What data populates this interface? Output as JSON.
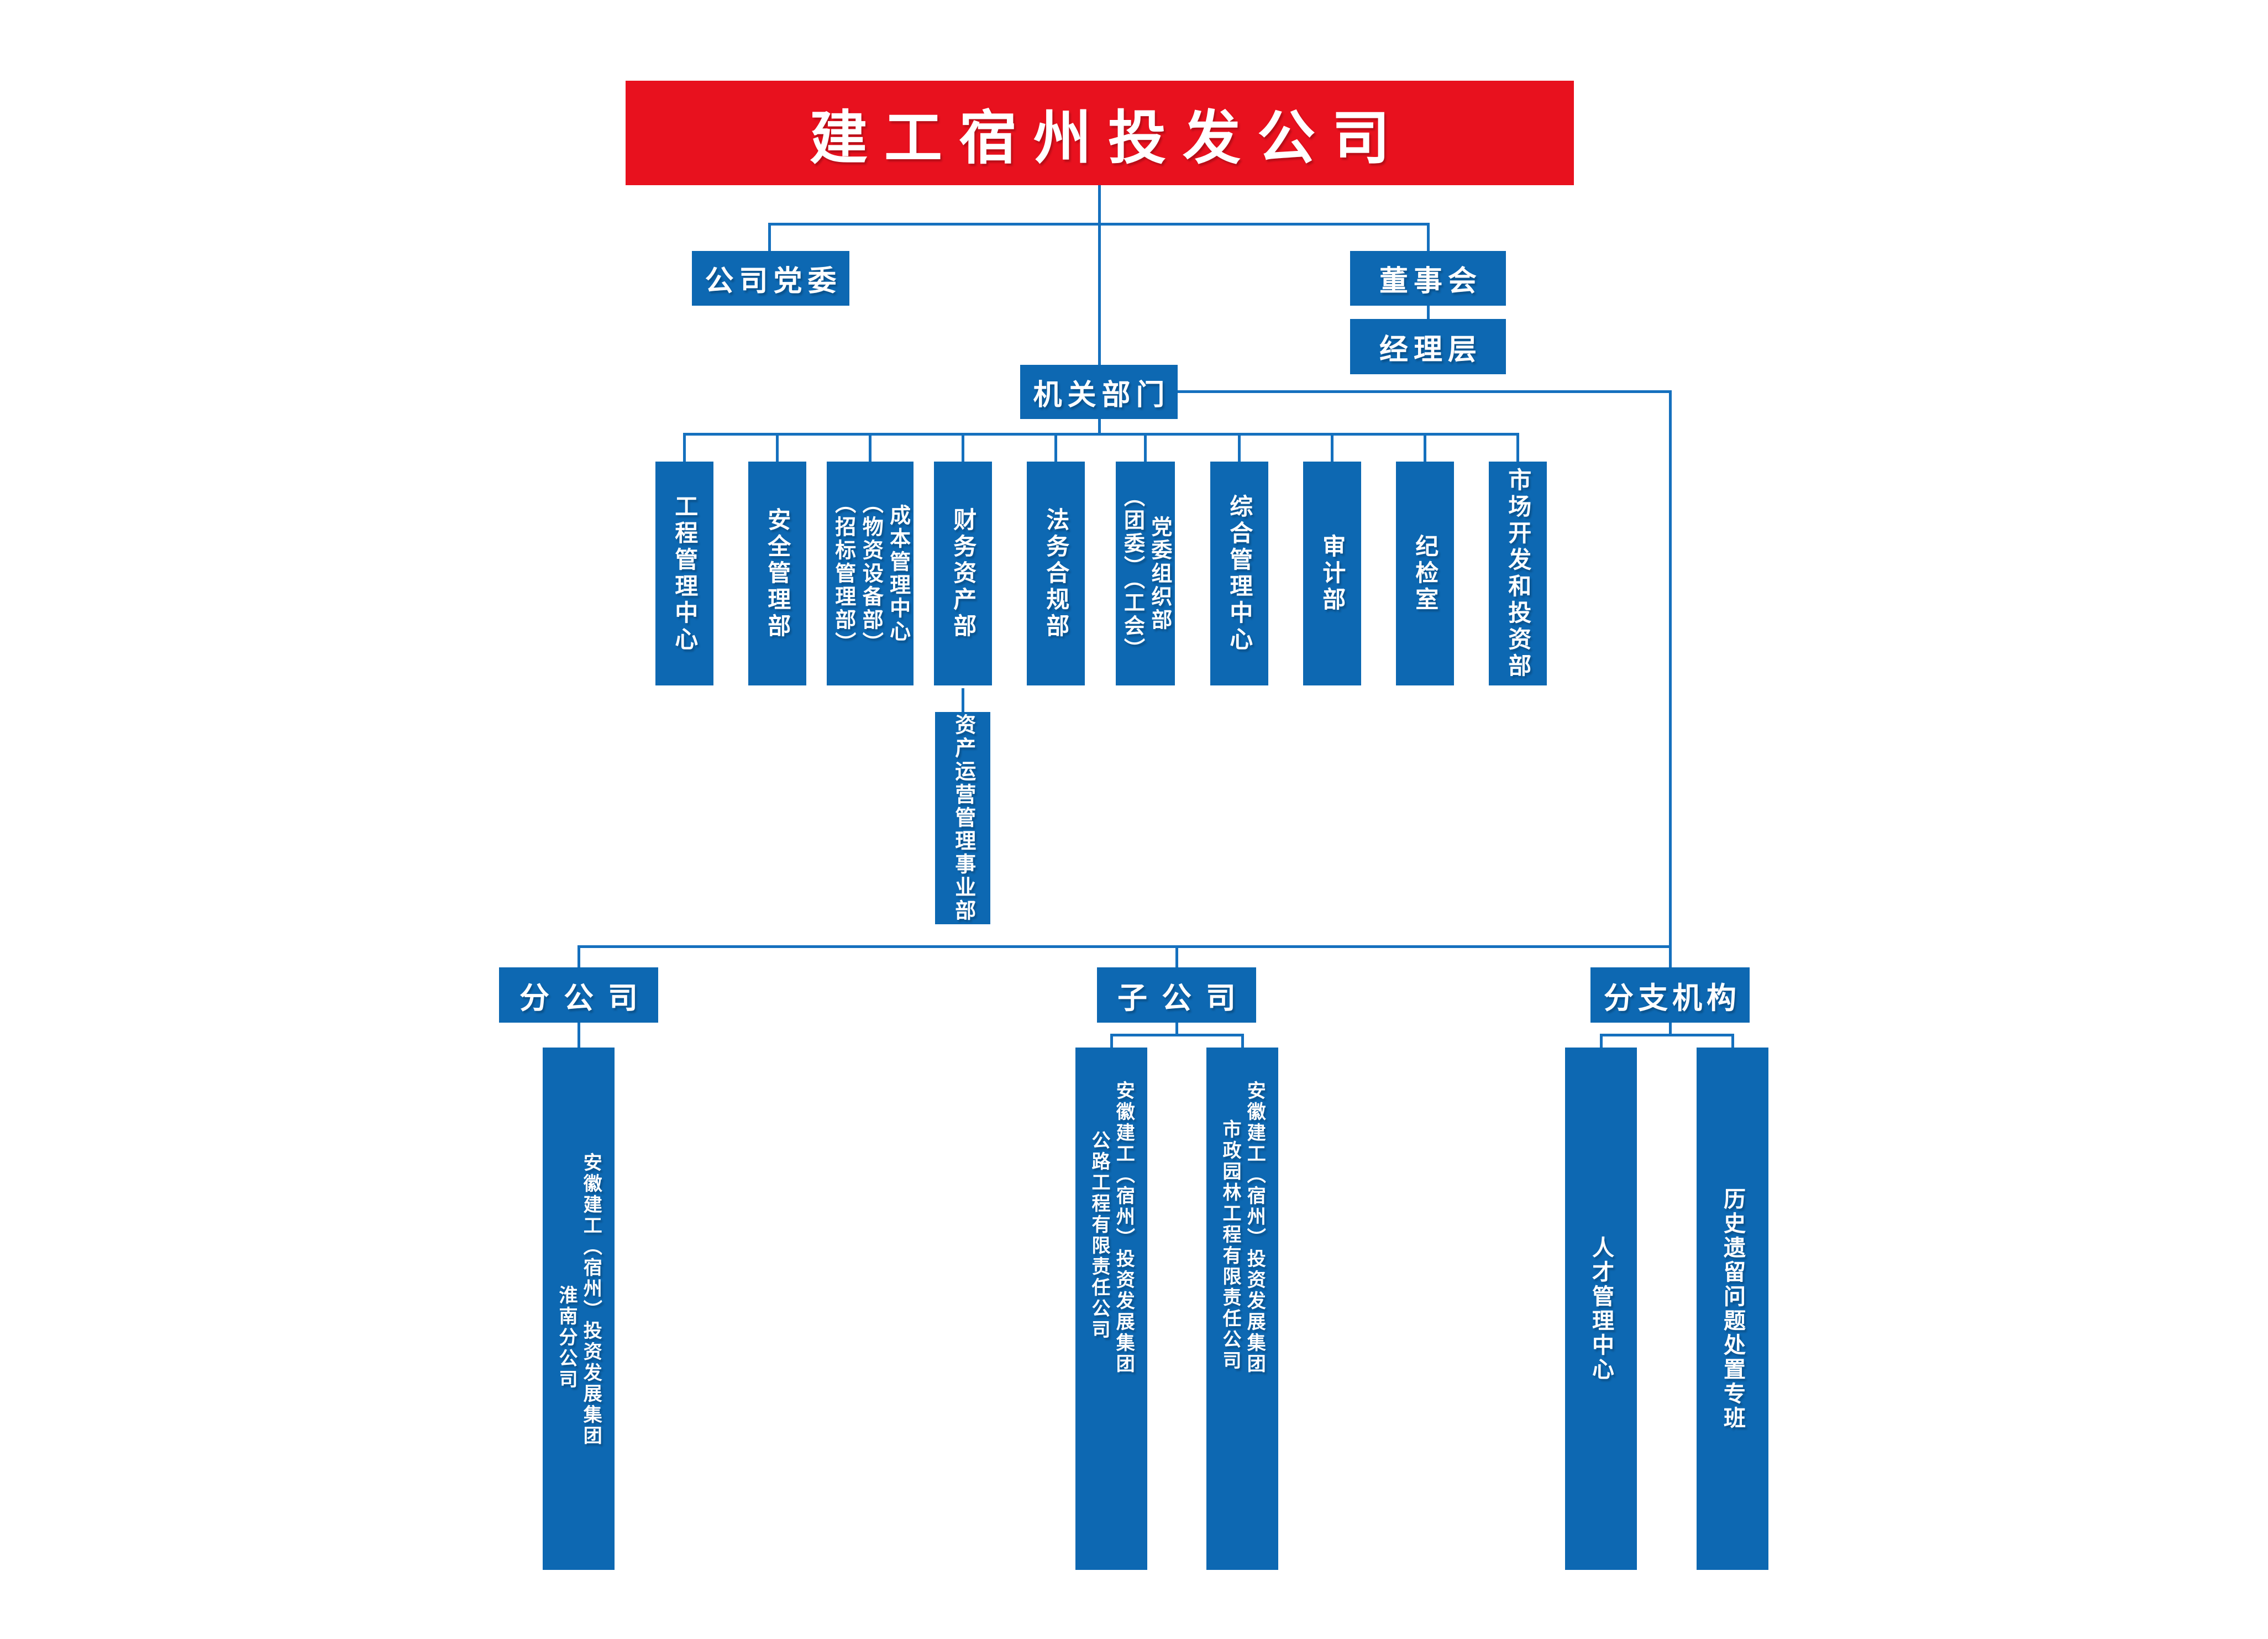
{
  "title": {
    "text": "建工宿州投发公司"
  },
  "colors": {
    "banner_red": "#E8111E",
    "box_blue": "#0D68B2",
    "line_blue": "#1570BE",
    "text_white": "#FFFFFF"
  },
  "top_level": {
    "party_committee": "公司党委",
    "board": "董事会",
    "management_layer": "经理层",
    "organ_departments": "机关部门"
  },
  "departments": [
    {
      "cols": [
        "工程管理中心"
      ]
    },
    {
      "cols": [
        "安全管理部"
      ]
    },
    {
      "cols": [
        "成本管理中心",
        "（物资设备部）",
        "（招标管理部）"
      ]
    },
    {
      "cols": [
        "财务资产部"
      ]
    },
    {
      "cols": [
        "法务合规部"
      ]
    },
    {
      "cols": [
        "党委组织部",
        "（团委）（工会）"
      ]
    },
    {
      "cols": [
        "综合管理中心"
      ]
    },
    {
      "cols": [
        "审计部"
      ]
    },
    {
      "cols": [
        "纪检室"
      ]
    },
    {
      "cols": [
        "市场开发和投资部"
      ]
    }
  ],
  "asset_division": {
    "cols": [
      "资产运营管理事业部"
    ]
  },
  "branch_headers": {
    "branch_company": "分公司",
    "subsidiary": "子公司",
    "branch_org": "分支机构"
  },
  "companies": [
    {
      "cols": [
        "安徽建工（宿州）投资发展集团",
        "淮南分公司"
      ]
    },
    {
      "cols": [
        "安徽建工（宿州）投资发展集团",
        "公路工程有限责任公司"
      ]
    },
    {
      "cols": [
        "安徽建工（宿州）投资发展集团",
        "市政园林工程有限责任公司"
      ]
    },
    {
      "cols": [
        "人才管理中心"
      ]
    },
    {
      "cols": [
        "历史遗留问题处置专班"
      ]
    }
  ]
}
